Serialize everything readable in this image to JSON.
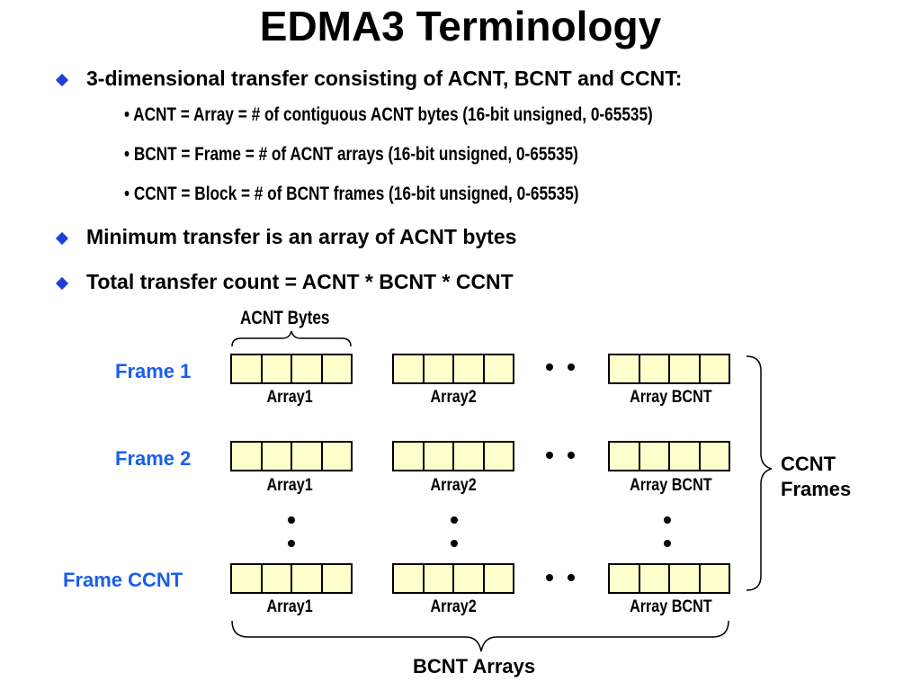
{
  "title": "EDMA3 Terminology",
  "bullets": [
    "3-dimensional transfer consisting of ACNT, BCNT and CCNT:",
    "Minimum transfer is an array of ACNT bytes",
    "Total transfer count = ACNT * BCNT * CCNT"
  ],
  "sub_bullets": [
    "• ACNT = Array = # of contiguous ACNT bytes (16-bit unsigned, 0-65535)",
    "• BCNT = Frame = # of ACNT arrays (16-bit unsigned, 0-65535)",
    "• CCNT = Block = # of BCNT frames (16-bit unsigned, 0-65535)"
  ],
  "diagram": {
    "acnt_bytes_label": "ACNT Bytes",
    "frames": [
      "Frame 1",
      "Frame 2",
      "Frame CCNT"
    ],
    "array_labels": [
      "Array1",
      "Array2",
      "Array BCNT"
    ],
    "ccnt_frames_label": [
      "CCNT",
      "Frames"
    ],
    "bcnt_arrays_label": "BCNT Arrays",
    "colors": {
      "frame_label": "#1a5ee8",
      "array_fill": "#ffffcc",
      "bullet": "#1f3fd8"
    }
  }
}
